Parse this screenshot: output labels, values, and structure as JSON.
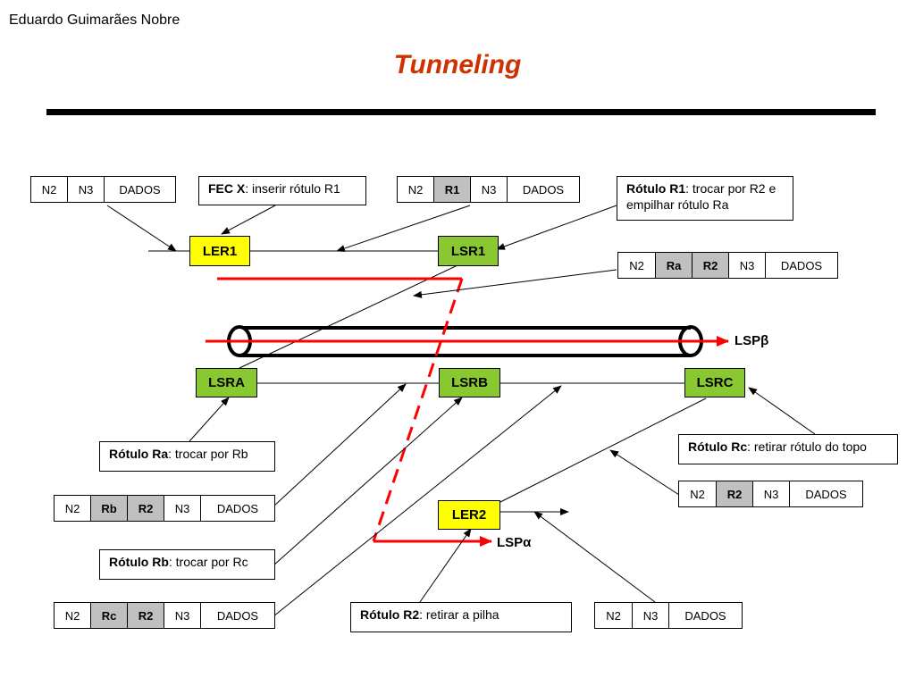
{
  "author": "Eduardo Guimarães Nobre",
  "title": "Tunneling",
  "nodes": {
    "ler1": "LER1",
    "lsr1": "LSR1",
    "lsra": "LSRA",
    "lsrb": "LSRB",
    "lsrc": "LSRC",
    "ler2": "LER2"
  },
  "lsp_labels": {
    "beta": "LSPβ",
    "alpha": "LSPα"
  },
  "packets": {
    "p1": [
      "N2",
      "N3",
      "DADOS"
    ],
    "p2": [
      "N2",
      "R1",
      "N3",
      "DADOS"
    ],
    "p3": [
      "N2",
      "Ra",
      "R2",
      "N3",
      "DADOS"
    ],
    "p4": [
      "N2",
      "Rb",
      "R2",
      "N3",
      "DADOS"
    ],
    "p5": [
      "N2",
      "Rc",
      "R2",
      "N3",
      "DADOS"
    ],
    "p6": [
      "N2",
      "R2",
      "N3",
      "DADOS"
    ],
    "p7": [
      "N2",
      "N3",
      "DADOS"
    ]
  },
  "notes": {
    "fecx_bold": "FEC X",
    "fecx_text": ": inserir rótulo R1",
    "r1_bold": "Rótulo R1",
    "r1_text": ": trocar por R2 e empilhar rótulo Ra",
    "ra_bold": "Rótulo Ra",
    "ra_text": ": trocar por Rb",
    "rb_bold": "Rótulo Rb",
    "rb_text": ": trocar por Rc",
    "rc_bold": "Rótulo Rc",
    "rc_text": ": retirar rótulo do topo",
    "r2_bold": "Rótulo R2",
    "r2_text": ": retirar a pilha"
  },
  "colors": {
    "title": "#cc3300",
    "ler": "#ffff00",
    "lsr": "#8ac832",
    "path": "#ff0000",
    "label_cell": "#c0c0c0"
  }
}
